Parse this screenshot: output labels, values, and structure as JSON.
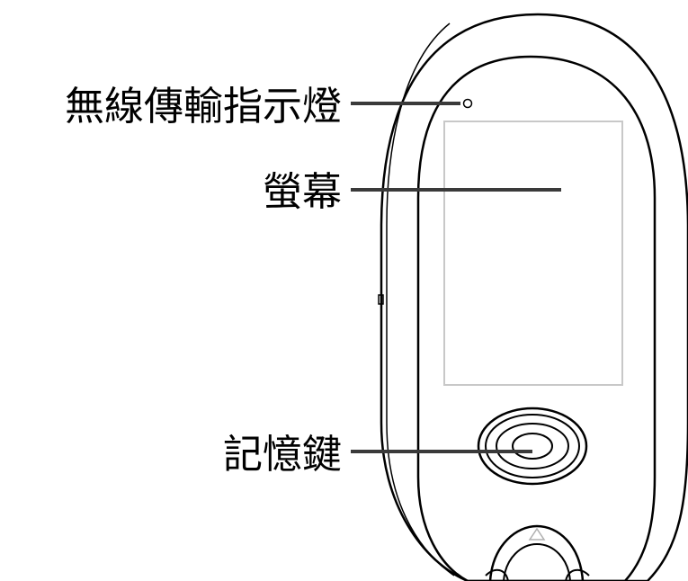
{
  "labels": {
    "wireless_indicator": "無線傳輸指示燈",
    "screen": "螢幕",
    "memory_button": "記憶鍵"
  },
  "colors": {
    "outline": "#000000",
    "screen_border": "#c8c8c8",
    "leader_line": "#3a3a3a",
    "background": "#ffffff"
  }
}
